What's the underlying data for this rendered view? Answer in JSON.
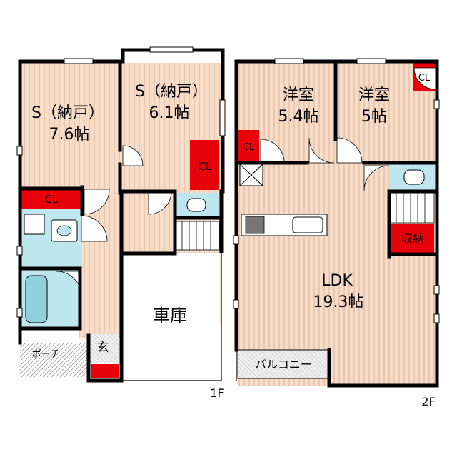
{
  "floor1": {
    "label": "1F",
    "storage_large": {
      "name": "S（納戸）",
      "size": "7.6帖"
    },
    "storage_small": {
      "name": "S（納戸）",
      "size": "6.1帖"
    },
    "closet_left": "CL",
    "closet_right": "CL",
    "garage": "車庫",
    "entrance": "玄",
    "porch": "ポーチ"
  },
  "floor2": {
    "label": "2F",
    "western_room_a": {
      "name": "洋室",
      "size": "5.4帖"
    },
    "western_room_b": {
      "name": "洋室",
      "size": "5帖"
    },
    "closet_a": "CL",
    "closet_b": "CL",
    "ldk": {
      "name": "LDK",
      "size": "19.3帖"
    },
    "storage": "収納",
    "balcony": "バルコニー"
  },
  "colors": {
    "wall": "#000000",
    "floor_wood": "#f7dcc8",
    "floor_stripe": "#d9b49c",
    "closet_red": "#e8000a",
    "wet_area": "#bde6ee",
    "garage_floor": "#ffffff",
    "porch_tile": "#e4e4e4"
  }
}
